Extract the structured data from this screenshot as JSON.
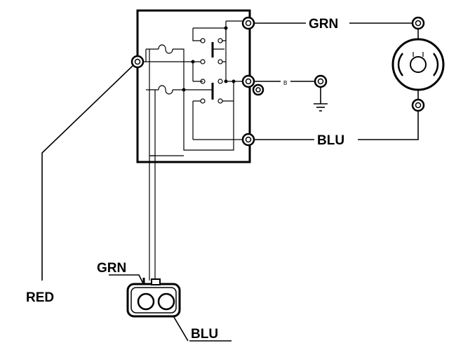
{
  "labels": {
    "grn_top": "GRN",
    "blu_mid": "BLU",
    "terminal_b": "B",
    "red": "RED",
    "grn_connector": "GRN",
    "blu_connector": "BLU"
  }
}
